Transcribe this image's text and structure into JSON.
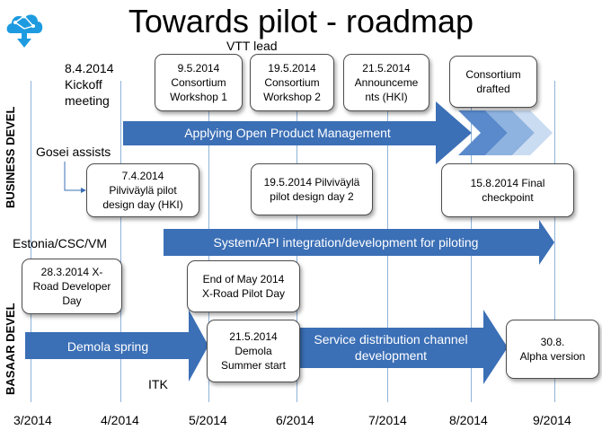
{
  "title": "Towards pilot - roadmap",
  "months": [
    "3/2014",
    "4/2014",
    "5/2014",
    "6/2014",
    "7/2014",
    "8/2014",
    "9/2014"
  ],
  "labels": {
    "business_devel": "BUSINESS DEVEL",
    "basaar_devel": "BASAAR DEVEL",
    "vtt_lead": "VTT lead",
    "kickoff": "8.4.2014\nKickoff\nmeeting",
    "gosei": "Gosei assists",
    "estonia": "Estonia/CSC/VM",
    "itk": "ITK"
  },
  "boxes": {
    "workshop1": "9.5.2014\nConsortium\nWorkshop 1",
    "workshop2": "19.5.2014\nConsortium\nWorkshop 2",
    "announcements": "21.5.2014\nAnnounceme\nnts (HKI)",
    "consortium_drafted": "Consortium\ndrafted",
    "pilot_design_1": "7.4.2014\nPilviväylä pilot\ndesign day (HKI)",
    "pilot_design_2": "19.5.2014  Pilviväylä\npilot design day 2",
    "final_checkpoint": "15.8.2014  Final\ncheckpoint",
    "xroad_dev_day": "28.3.2014  X-\nRoad Developer\nDay",
    "xroad_pilot_day": "End of May 2014\nX-Road  Pilot Day",
    "demola_summer": "21.5.2014\nDemola\nSummer start",
    "alpha": "30.8.\nAlpha version"
  },
  "arrows": {
    "open_product_mgmt": "Applying Open Product Management",
    "system_api": "System/API integration/development for piloting",
    "demola_spring": "Demola spring",
    "service_distribution": "Service distribution channel\ndevelopment"
  },
  "colors": {
    "arrow_fill": "#3b6fb6",
    "chevron_1": "#5a8acb",
    "chevron_2": "#8fb3e0",
    "chevron_3": "#c9dcf2",
    "grid": "#8fb3d9"
  }
}
